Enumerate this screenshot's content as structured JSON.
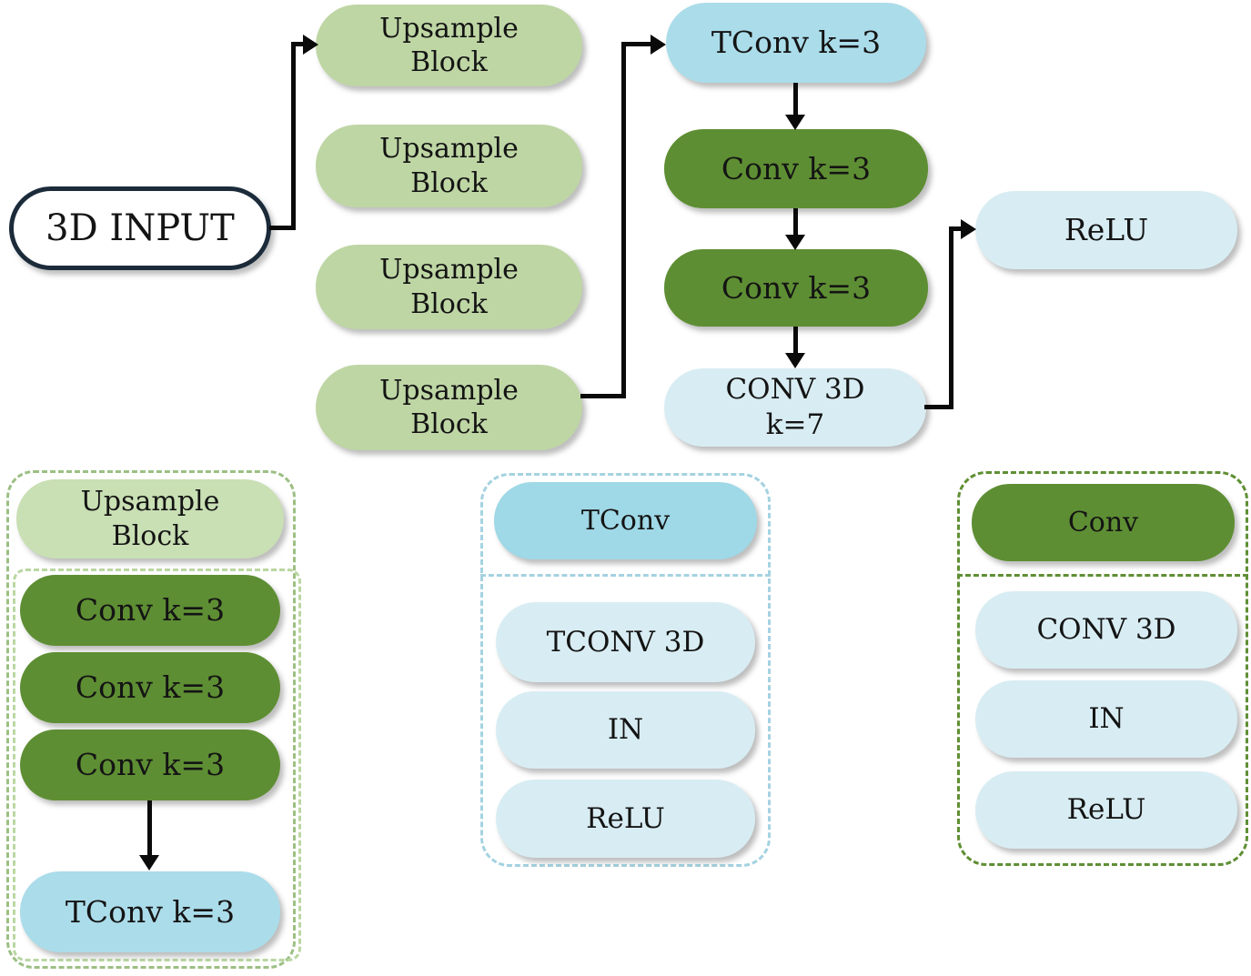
{
  "colors": {
    "light_green": "#bed6a4",
    "header_green_light": "#c9dfb4",
    "dark_green": "#5e8e33",
    "sky_blue": "#abdcea",
    "header_blue": "#9fd8e6",
    "pale_blue": "#d8edf3",
    "outline_navy": "#1c2b3a",
    "dash_green_outer": "#9cbf83",
    "dash_green_inner": "#bad7a2",
    "dash_blue": "#a4d2e1",
    "dash_dark_green": "#5f8f33",
    "connector_black": "#0a0a0a"
  },
  "main_flow": {
    "input_label": "3D INPUT",
    "upsample_blocks": [
      "Upsample\nBlock",
      "Upsample\nBlock",
      "Upsample\nBlock",
      "Upsample\nBlock"
    ],
    "tconv_block": "TConv k=3",
    "conv_blocks": [
      "Conv k=3",
      "Conv k=3"
    ],
    "conv3d_block": "CONV 3D\nk=7",
    "relu_block": "ReLU"
  },
  "upsample_block_detail": {
    "title": "Upsample\nBlock",
    "conv_layers": [
      "Conv k=3",
      "Conv k=3",
      "Conv k=3"
    ],
    "tconv_layer": "TConv k=3"
  },
  "tconv_detail": {
    "title": "TConv",
    "layers": [
      "TCONV 3D",
      "IN",
      "ReLU"
    ]
  },
  "conv_detail": {
    "title": "Conv",
    "layers": [
      "CONV 3D",
      "IN",
      "ReLU"
    ]
  }
}
